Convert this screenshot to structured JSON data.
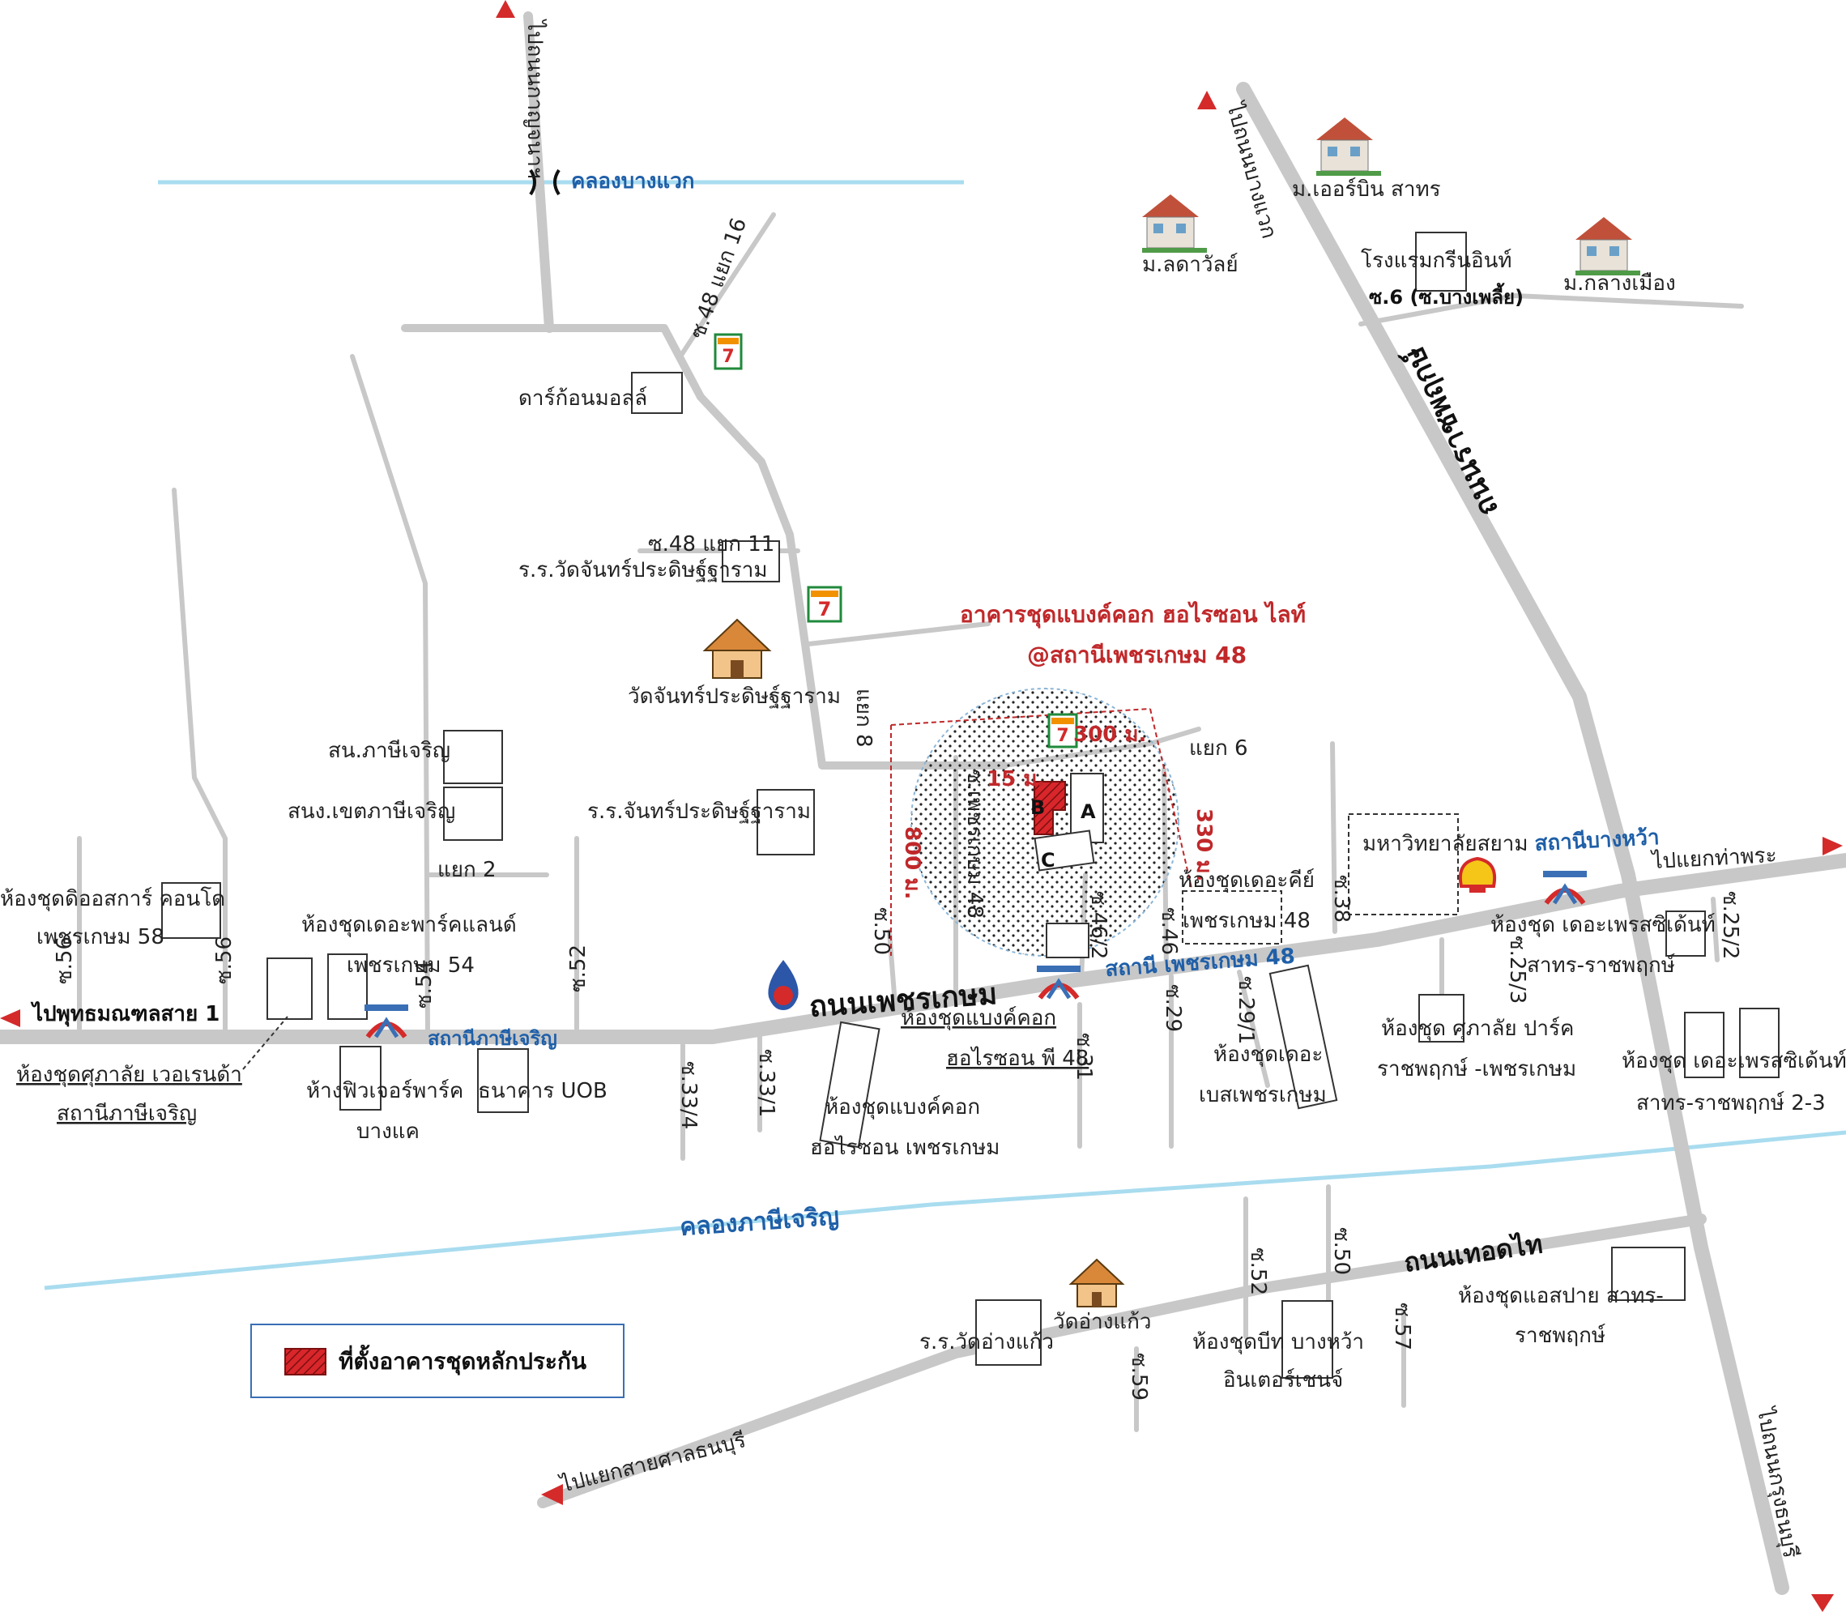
{
  "colors": {
    "road": "#c8c8c8",
    "canal": "#a9dcef",
    "arrow": "#d42a2a",
    "blue_text": "#1f5fa8",
    "red_text": "#c0282a",
    "highlight_red": "#d8262b",
    "seven_eleven_green": "#1f8a3b"
  },
  "main": {
    "title_line1": "อาคารชุดแบงค์คอก ฮอไรซอน ไลท์",
    "title_line2": "@สถานีเพชรเกษม 48",
    "dist_15": "15 ม.",
    "dist_300": "300 ม.",
    "dist_330": "330 ม.",
    "dist_800": "800 ม.",
    "building_a": "A",
    "building_b": "B",
    "building_c": "C"
  },
  "roads": {
    "phetkasem": "ถนนเพชรเกษม",
    "ratchaphruek": "ถนนราชพฤกษ์",
    "thoet_thai": "ถนนเทอดไท",
    "to_kanchana": "ไปถนนกาญจนาฯ",
    "to_bang_waek": "ไปถนนบางแวก",
    "to_phutthamonthon": "ไปพุทธมณฑลสาย 1",
    "to_tha_phra": "ไปแยกท่าพระ",
    "to_san_thonburi": "ไปแยกสายศาลธนบุรี",
    "to_krung_thon": "ไปถนนกรุงธนบุรี"
  },
  "canals": {
    "bang_waek": "คลองบางแวก",
    "phasi_charoen": "คลองภาษีเจริญ"
  },
  "sois": {
    "s48_16": "ซ.48 แยก 16",
    "s48_11": "ซ.48 แยก 11",
    "s8": "แยก 8",
    "s6": "แยก 6",
    "s2": "แยก 2",
    "s56a": "ซ.56",
    "s56b": "ซ.56",
    "s54": "ซ.54",
    "s52": "ซ.52",
    "s50": "ซ.50",
    "s48": "ซ.เพชรเกษม 48",
    "s46_2": "ซ.46/2",
    "s46": "ซ.46",
    "s38": "ซ.38",
    "s33_4": "ซ.33/4",
    "s33_1": "ซ.33/1",
    "s31": "ซ.31",
    "s29": "ซ.29",
    "s29_1": "ซ.29/1",
    "s25_3": "ซ.25/3",
    "s25_2": "ซ.25/2",
    "s6_bangphli": "ซ.6 (ซ.บางเพลี้ย)",
    "s52b": "ซ.52",
    "s50b": "ซ.50",
    "s57": "ซ.57",
    "s59": "ซ.59"
  },
  "places": {
    "dragon_mall": "ดาร์ก้อนมอลล์",
    "wat_chan_school": "ร.ร.วัดจันทร์ประดิษฐ์ฐาราม",
    "wat_chan": "วัดจันทร์ประดิษฐ์ฐาราม",
    "chan_school": "ร.ร.จันทร์ประดิษฐ์ฐาราม",
    "district_office": "สน.ภาษีเจริญ",
    "district_hall": "สนง.เขตภาษีเจริญ",
    "condo_58_l1": "ห้องชุดดิออสการ์ คอนโด",
    "condo_58_l2": "เพชรเกษม 58",
    "parkland_l1": "ห้องชุดเดอะพาร์คแลนด์",
    "parkland_l2": "เพชรเกษม 54",
    "supalai_l1": "ห้องชุดศุภาลัย เวอเรนด้า",
    "supalai_l2": "สถานีภาษีเจริญ",
    "future_park_l1": "ห้างฟิวเจอร์พาร์ค",
    "future_park_l2": "บางแค",
    "uob": "ธนาคาร UOB",
    "horizon_p48_l1": "ห้องชุดแบงค์คอก",
    "horizon_p48_l2": "ฮอไรซอน พี 48",
    "horizon_phet_l1": "ห้องชุดแบงค์คอก",
    "horizon_phet_l2": "ฮอไรซอน เพชรเกษม",
    "the_key_l1": "ห้องชุดเดอะคีย์",
    "the_key_l2": "เพชรเกษม 48",
    "the_base_l1": "ห้องชุดเดอะ",
    "the_base_l2": "เบสเพชรเกษม",
    "siam_univ": "มหาวิทยาลัยสยาม",
    "president1_l1": "ห้องชุด เดอะเพรสซิเด้นท์",
    "president1_l2": "สาทร-ราชพฤกษ์",
    "president2_l1": "ห้องชุด เดอะเพรสซิเด้นท์",
    "president2_l2": "สาทร-ราชพฤกษ์ 2-3",
    "supalai_park_l1": "ห้องชุด ศุภาลัย ปาร์ค",
    "supalai_park_l2": "ราชพฤกษ์ -เพชรเกษม",
    "aspire_l1": "ห้องชุดแอสปาย สาทร-",
    "aspire_l2": "ราชพฤกษ์",
    "wat_ang_kaeo_school": "ร.ร.วัดอ่างแก้ว",
    "wat_ang_kaeo": "วัดอ่างแก้ว",
    "beat_l1": "ห้องชุดบีท บางหว้า",
    "beat_l2": "อินเตอร์เชนจ์",
    "ladawan": "ม.ลดาวัลย์",
    "everbin": "ม.เออร์บิน สาทร",
    "green_inn": "โรงแรมกรีนอินท์",
    "klang_muang": "ม.กลางเมือง"
  },
  "stations": {
    "phasi_charoen": "สถานีภาษีเจริญ",
    "phetkasem48": "สถานี เพชรเกษม 48",
    "bang_wa": "สถานีบางหว้า"
  },
  "legend": {
    "label": "ที่ตั้งอาคารชุดหลักประกัน"
  },
  "icons": [
    "seven-eleven-icon",
    "temple-icon",
    "house-icon",
    "bts-icon",
    "shell-icon",
    "ptt-icon",
    "bridge-icon",
    "arrow-icon"
  ]
}
